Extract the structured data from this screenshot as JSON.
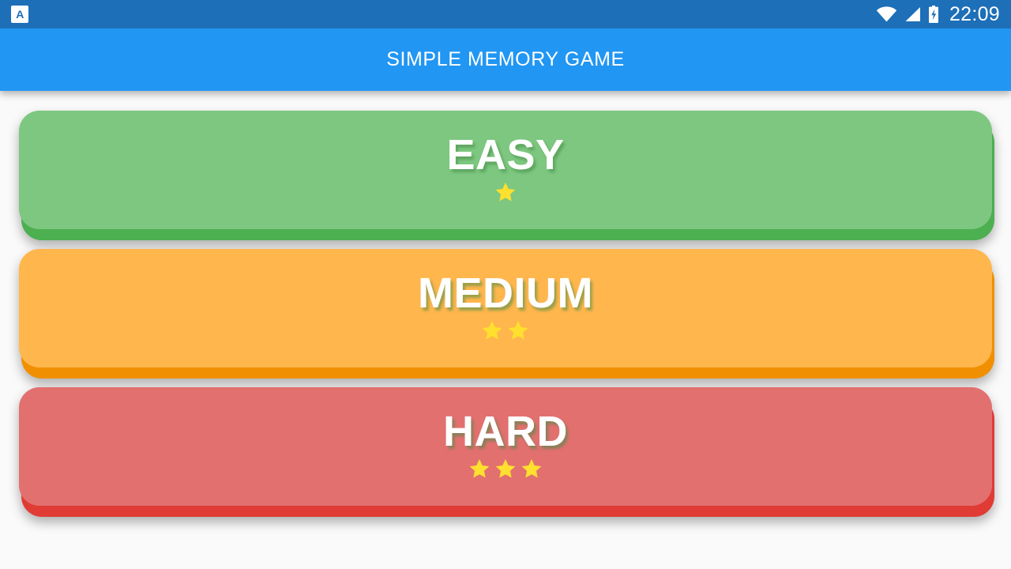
{
  "status_bar": {
    "app_icon_letter": "A",
    "icons": [
      "wifi-icon",
      "cellular-signal-icon",
      "battery-charging-icon"
    ],
    "time": "22:09",
    "background_color": "#1D6FB8"
  },
  "app_bar": {
    "title": "SIMPLE MEMORY GAME",
    "background_color": "#2196F3",
    "text_color": "#FFFFFF"
  },
  "page": {
    "background_color": "#FAFAFA"
  },
  "levels": [
    {
      "label": "EASY",
      "stars": 1,
      "face_color": "#7DC780",
      "base_color": "#4CAF50",
      "star_color": "#FFE02E"
    },
    {
      "label": "MEDIUM",
      "stars": 2,
      "face_color": "#FFB64D",
      "base_color": "#F09000",
      "star_color": "#FFE02E"
    },
    {
      "label": "HARD",
      "stars": 3,
      "face_color": "#E2706F",
      "base_color": "#E03B35",
      "star_color": "#FFE02E"
    }
  ]
}
